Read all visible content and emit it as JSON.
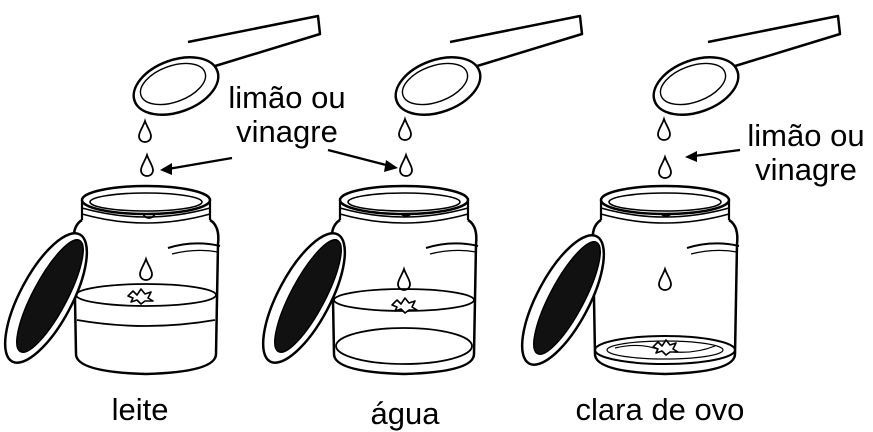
{
  "labels": {
    "left_callout_line1": "limão ou",
    "left_callout_line2": "vinagre",
    "right_callout_line1": "limão ou",
    "right_callout_line2": "vinagre",
    "jar1": "leite",
    "jar2": "água",
    "jar3": "clara de ovo"
  },
  "colors": {
    "ink": "#000000",
    "paper": "#ffffff",
    "lid_inner": "#111111"
  },
  "icons": {
    "spoon": "spoon-icon",
    "drop": "drop-icon",
    "jar": "jar-icon",
    "lid": "lid-icon",
    "arrow": "arrow-icon"
  }
}
